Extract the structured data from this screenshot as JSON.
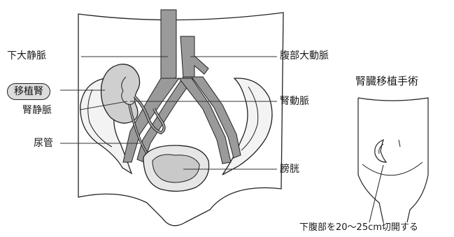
{
  "labels": {
    "ivc": "下大静脈",
    "transplant_kidney": "移植腎",
    "renal_vein": "腎静脈",
    "ureter": "尿管",
    "aorta": "腹部大動脈",
    "renal_artery": "腎動脈",
    "bladder": "膀胱"
  },
  "inset": {
    "title": "腎臓移植手術",
    "caption": "下腹部を20～25cm切開する"
  },
  "colors": {
    "vessel": "#9a9a9a",
    "vessel_dark": "#777777",
    "kidney": "#cfcfcf",
    "pelvis_bone": "#f4f4f4",
    "bladder": "#d6d6d6",
    "outline": "#222222",
    "leader": "#333333"
  }
}
